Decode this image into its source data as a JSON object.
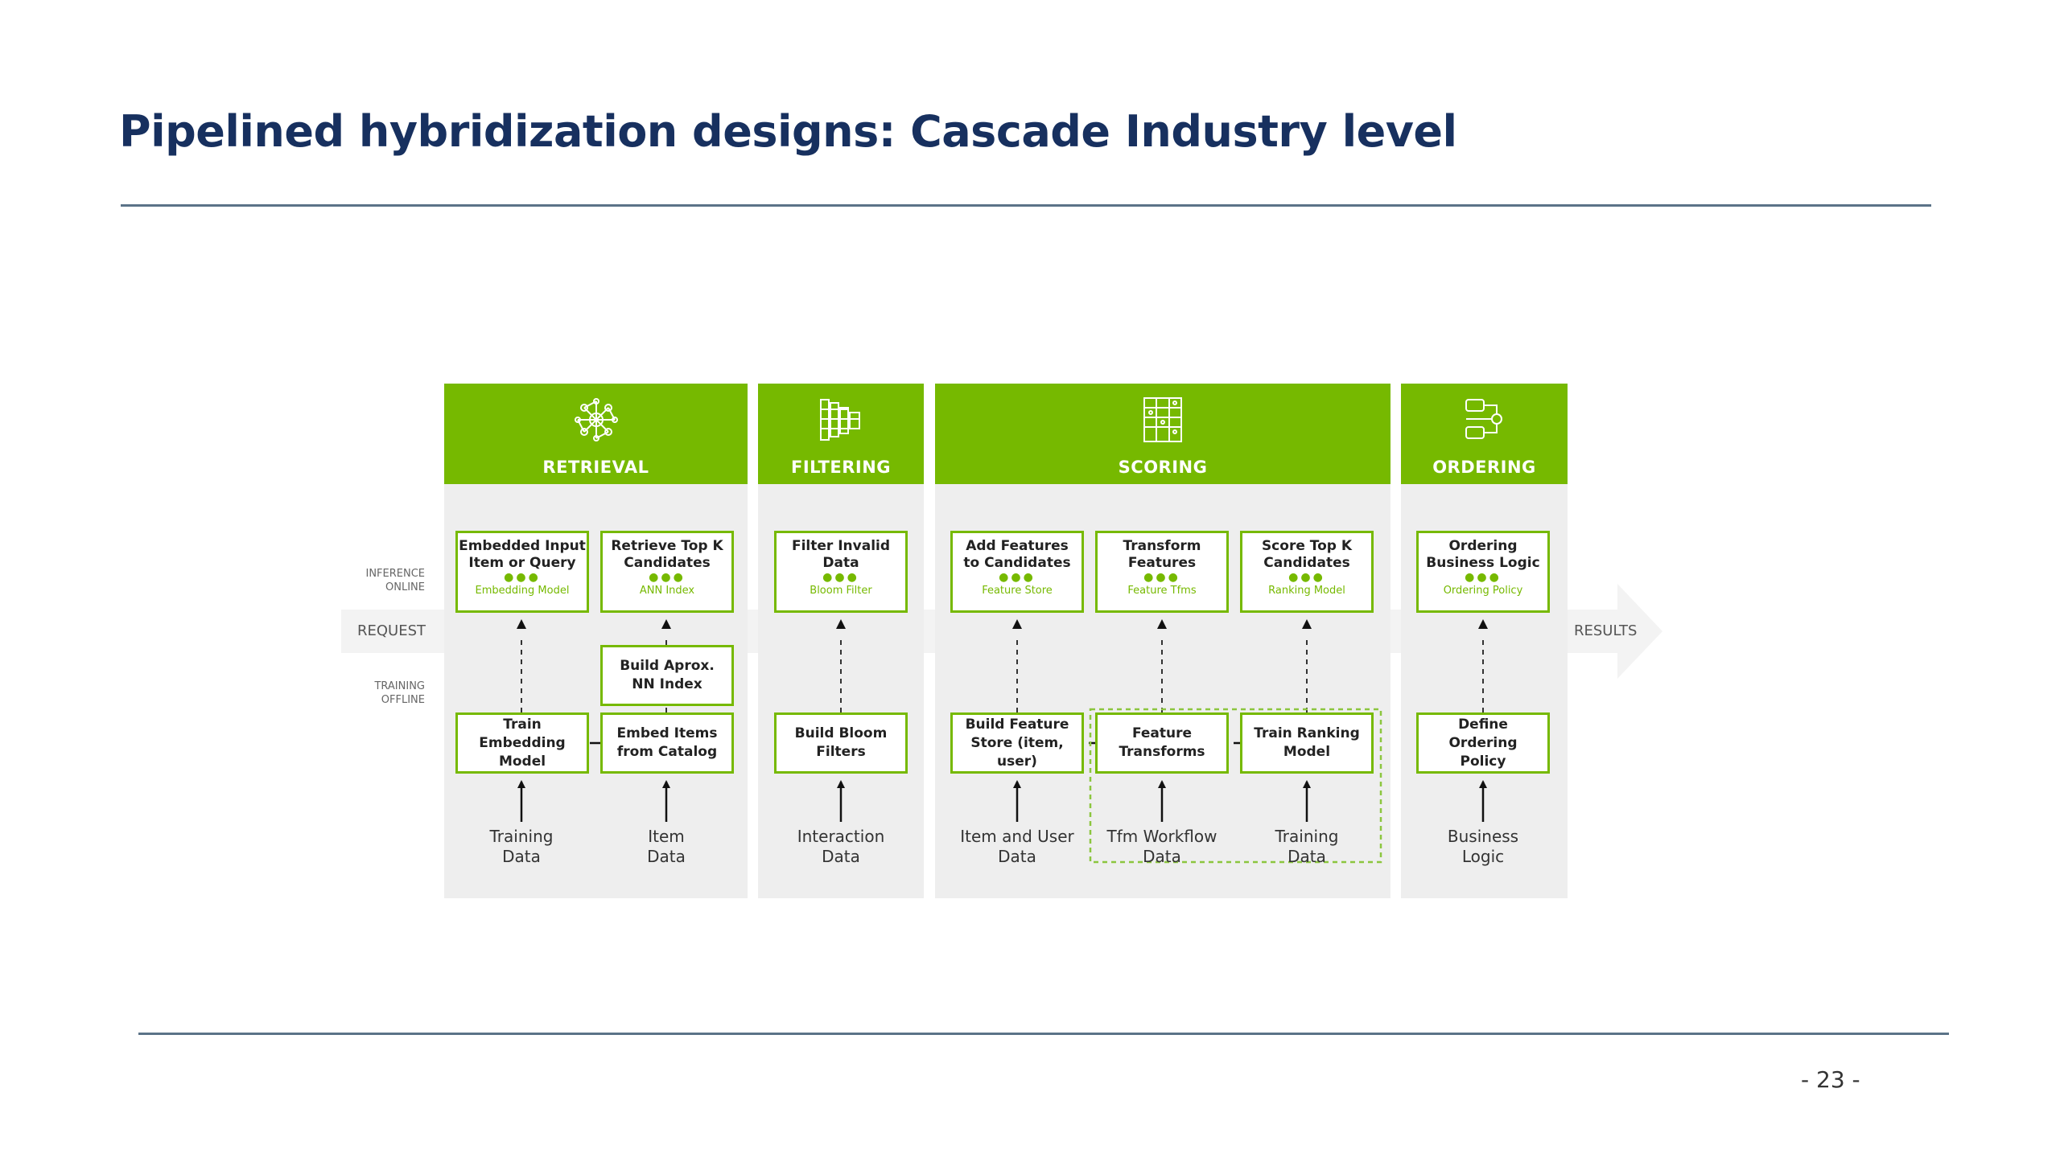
{
  "slide": {
    "title": "Pipelined hybridization designs: Cascade Industry level",
    "page_number": "- 23 -"
  },
  "diagram": {
    "row_labels": {
      "inference": "INFERENCE\nONLINE",
      "training": "TRAINING\nOFFLINE"
    },
    "flow": {
      "start": "REQUEST",
      "end": "RESULTS"
    },
    "stages": {
      "retrieval": {
        "title": "RETRIEVAL",
        "icon": "neural-network-icon",
        "inference": [
          {
            "title": "Embedded Input\nItem or Query",
            "sub": "Embedding Model"
          },
          {
            "title": "Retrieve Top K\nCandidates",
            "sub": "ANN Index"
          }
        ],
        "middle": "Build Aprox.\nNN Index",
        "training": [
          "Train\nEmbedding Model",
          "Embed Items\nfrom Catalog"
        ],
        "sources": [
          "Training\nData",
          "Item\nData"
        ]
      },
      "filtering": {
        "title": "FILTERING",
        "icon": "filter-blocks-icon",
        "inference": [
          {
            "title": "Filter Invalid\nData",
            "sub": "Bloom Filter"
          }
        ],
        "training": [
          "Build Bloom\nFilters"
        ],
        "sources": [
          "Interaction\nData"
        ]
      },
      "scoring": {
        "title": "SCORING",
        "icon": "scoring-grid-icon",
        "inference": [
          {
            "title": "Add Features\nto Candidates",
            "sub": "Feature Store"
          },
          {
            "title": "Transform\nFeatures",
            "sub": "Feature Tfms"
          },
          {
            "title": "Score Top K\nCandidates",
            "sub": "Ranking Model"
          }
        ],
        "training": [
          "Build Feature\nStore (item, user)",
          "Feature\nTransforms",
          "Train Ranking\nModel"
        ],
        "sources": [
          "Item and User\nData",
          "Tfm Workflow\nData",
          "Training\nData"
        ]
      },
      "ordering": {
        "title": "ORDERING",
        "icon": "ordering-logic-icon",
        "inference": [
          {
            "title": "Ordering\nBusiness Logic",
            "sub": "Ordering Policy"
          }
        ],
        "training": [
          "Define Ordering\nPolicy"
        ],
        "sources": [
          "Business\nLogic"
        ]
      }
    },
    "colors": {
      "accent": "#76b900",
      "panel": "#eeeeee",
      "title": "#17305f"
    }
  }
}
